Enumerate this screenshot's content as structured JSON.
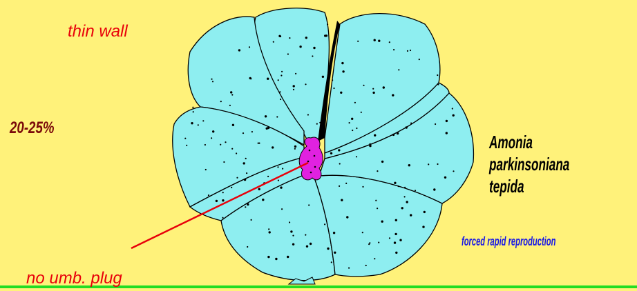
{
  "labels": {
    "wall": "thin wall",
    "percent": "20-25%",
    "plug": "no umb. plug",
    "species": [
      "Amonia",
      "parkinsoniana",
      "tepida"
    ],
    "reproduction": "forced rapid reproduction"
  },
  "colors": {
    "background": "#FFF27A",
    "shell_fill": "#8EEEF0",
    "umbilicus": "#E022E0",
    "pointer": "#E8000A",
    "baseline": "#22DD22"
  }
}
